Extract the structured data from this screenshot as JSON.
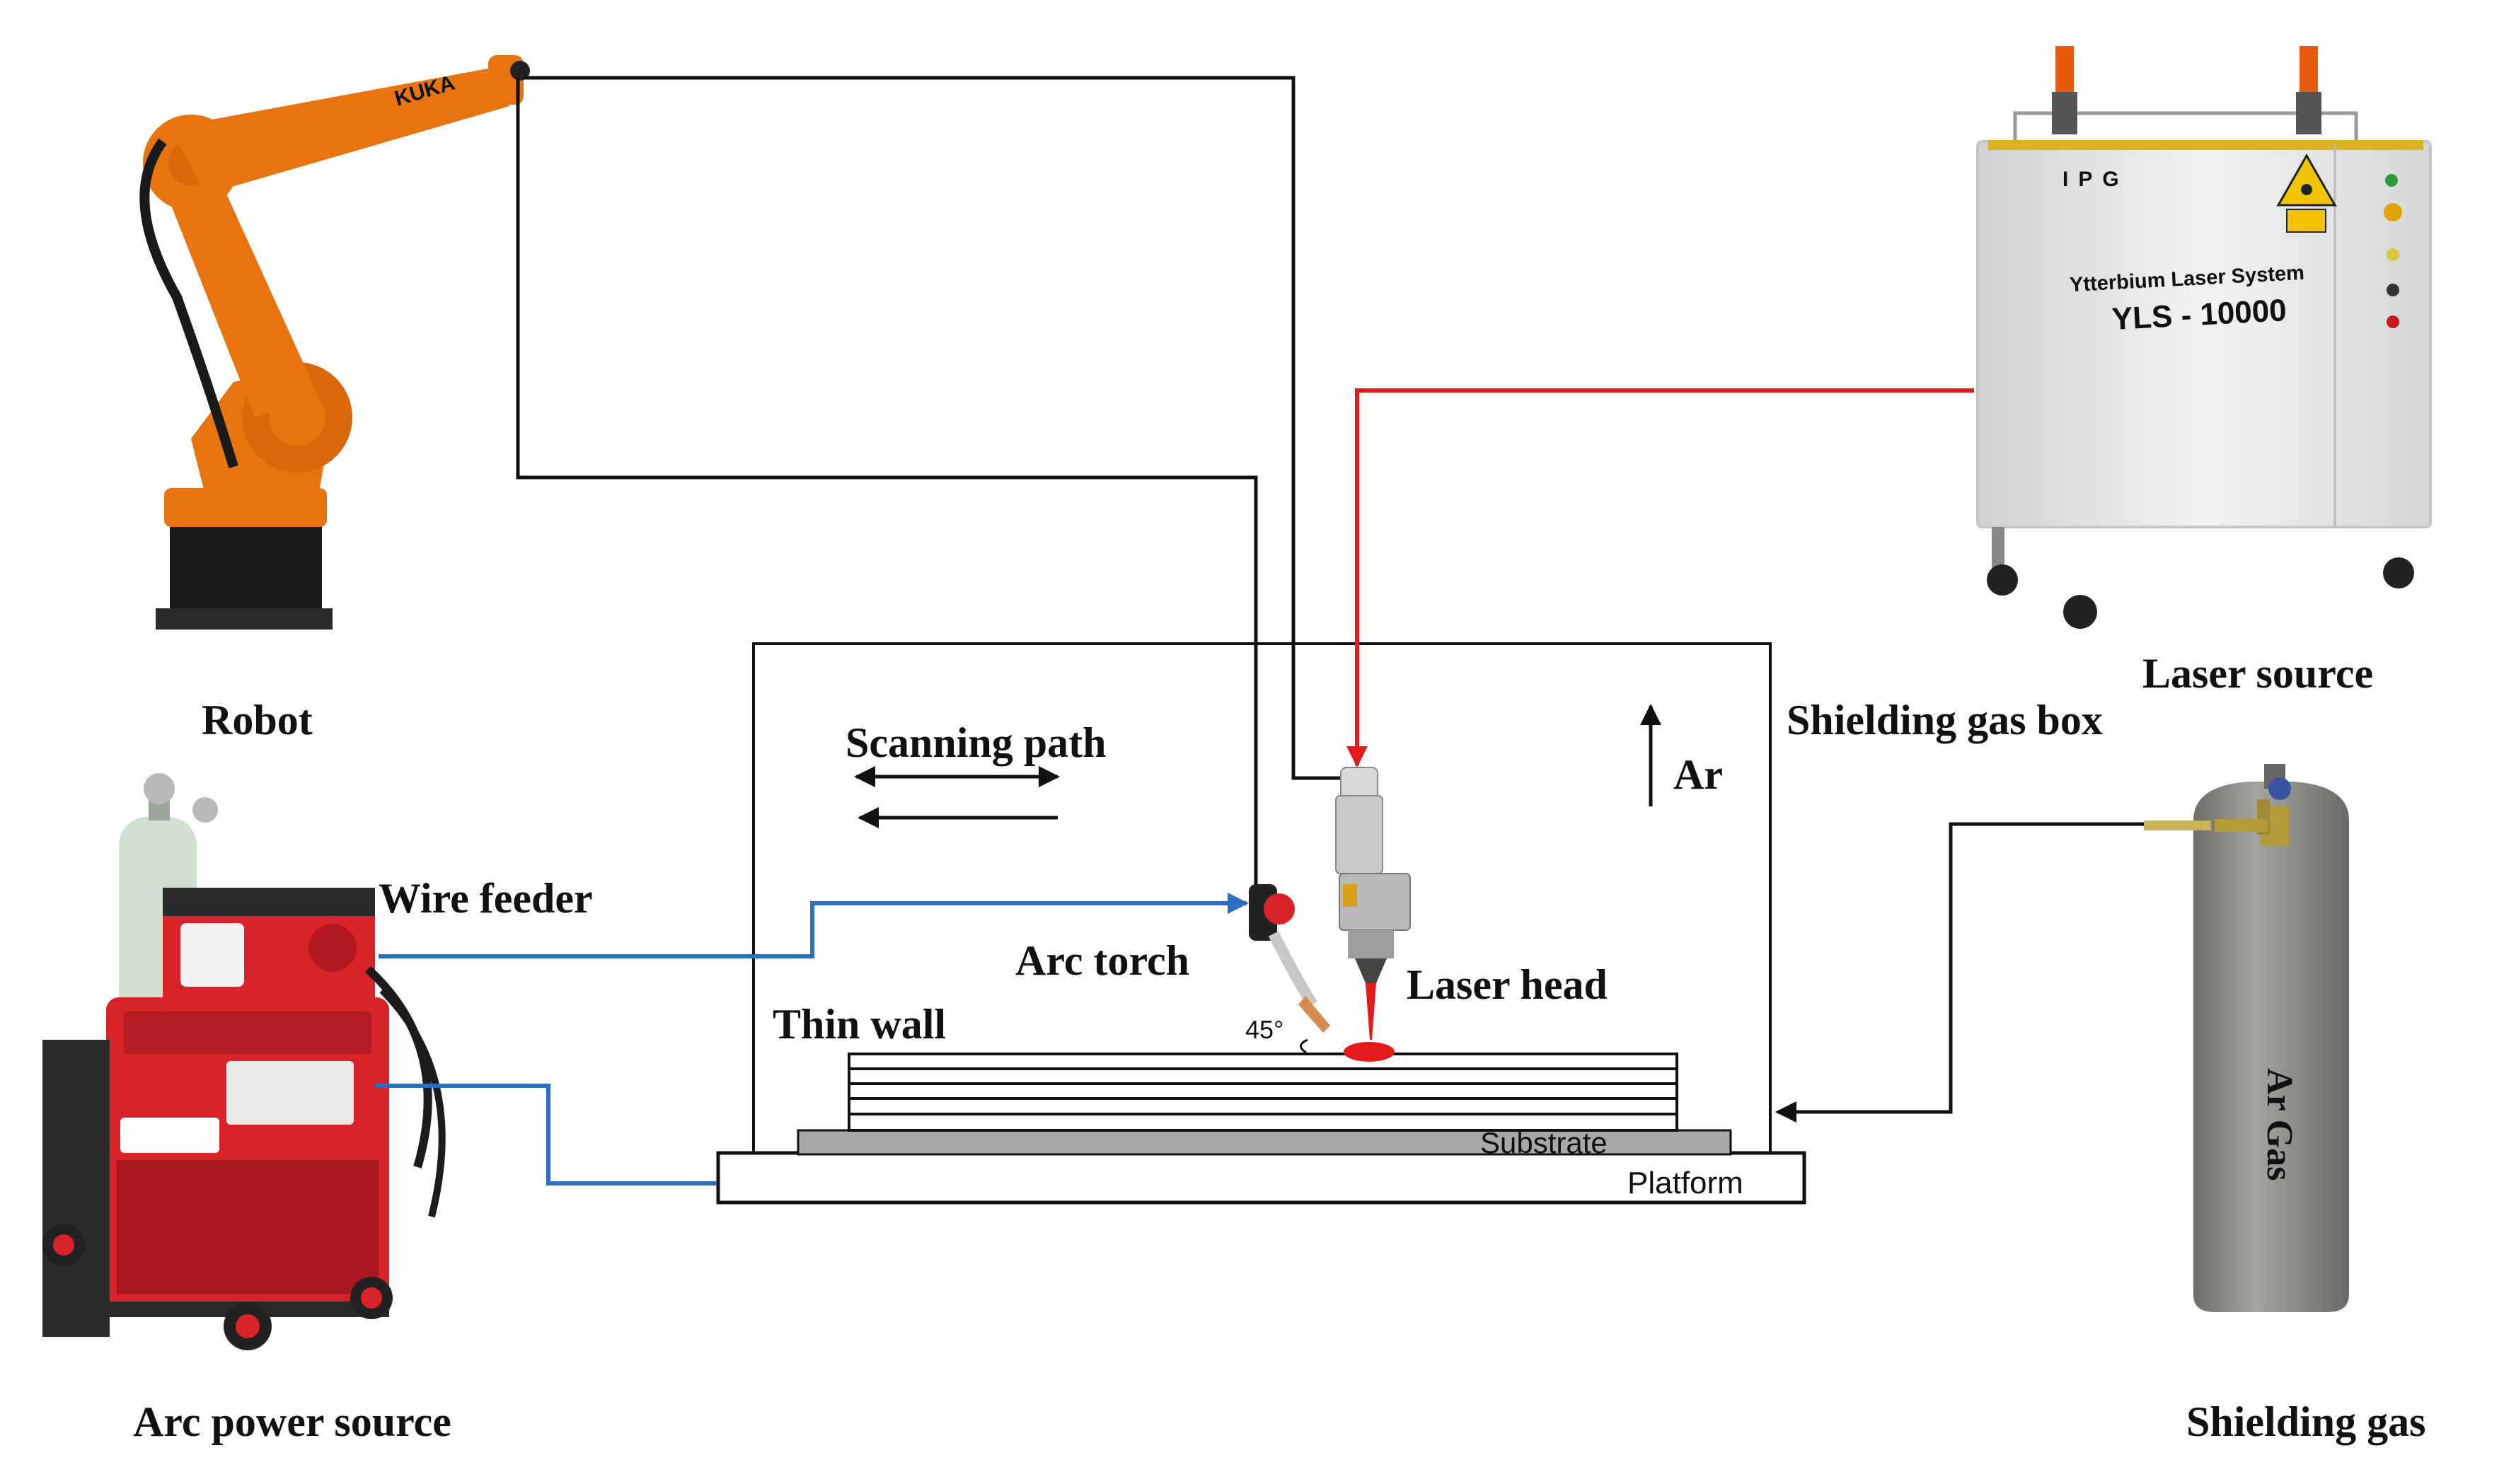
{
  "labels": {
    "robot": "Robot",
    "arc_power_source": "Arc power source",
    "laser_source": "Laser source",
    "shielding_gas": "Shielding gas",
    "shielding_gas_box": "Shielding gas box",
    "scanning_path": "Scanning path",
    "wire_feeder": "Wire feeder",
    "arc_torch": "Arc torch",
    "laser_head": "Laser head",
    "thin_wall": "Thin wall",
    "substrate": "Substrate",
    "platform": "Platform",
    "ar": "Ar",
    "angle": "45°"
  },
  "equipment_text": {
    "robot_brand": "KUKA",
    "laser_brand": "IPG",
    "laser_system": "Ytterbium Laser System",
    "laser_model": "YLS - 10000",
    "cylinder_label": "Ar Gas"
  },
  "colors": {
    "robot_orange": "#e8740f",
    "robot_link": "#111111",
    "laser_beam_red": "#e31b1b",
    "wire_blue": "#2a6fc4",
    "power_source_red": "#d8232a",
    "cylinder_gray": "#8f8f8a",
    "substrate_gray": "#a8a8a8"
  }
}
